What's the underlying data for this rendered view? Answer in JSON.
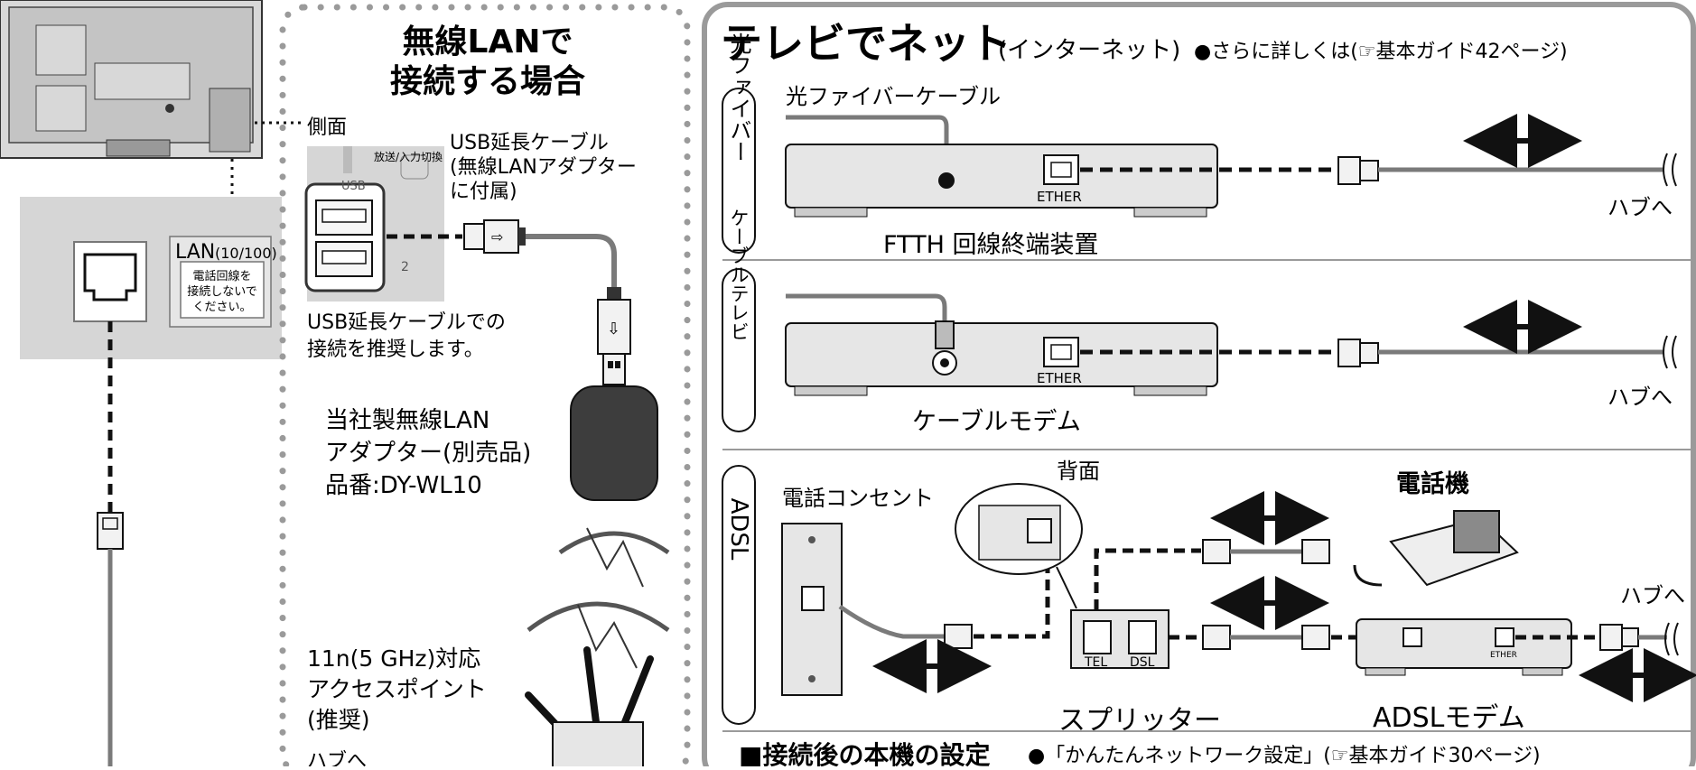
{
  "wireless": {
    "title_line1": "無線LANで",
    "title_line2": "接続する場合",
    "side_label": "側面",
    "port_label_top": "放送/入力切換",
    "port_label_usb": "USB",
    "port_label_2": "2",
    "usb_cable_l1": "USB延長ケーブル",
    "usb_cable_l2": "(無線LANアダプター",
    "usb_cable_l3": "に付属)",
    "recommend_l1": "USB延長ケーブルでの",
    "recommend_l2": "接続を推奨します。",
    "adapter_l1": "当社製無線LAN",
    "adapter_l2": "アダプター(別売品)",
    "adapter_l3": "品番:DY-WL10",
    "ap_l1": "11n(5 GHz)対応",
    "ap_l2": "アクセスポイント",
    "ap_l3": "(推奨)",
    "bottom_cut": "ハブへ"
  },
  "lan": {
    "port_label": "LAN",
    "port_speed": "(10/100)",
    "note_l1": "電話回線を",
    "note_l2": "接続しないで",
    "note_l3": "ください。"
  },
  "net": {
    "title": "テレビでネット",
    "title_paren": "(インターネット)",
    "title_ref": "●さらに詳しくは(☞基本ガイド42ページ)",
    "fiber": {
      "side_label": "光ファイバー",
      "cable_label": "光ファイバーケーブル",
      "device": "FTTH 回線終端装置",
      "port": "ETHER",
      "hub": "ハブへ"
    },
    "cable": {
      "side_label": "ケーブルテレビ",
      "device": "ケーブルモデム",
      "port": "ETHER",
      "hub": "ハブへ"
    },
    "adsl": {
      "side_label": "ADSL",
      "outlet": "電話コンセント",
      "back": "背面",
      "phone": "電話機",
      "splitter": "スプリッター",
      "tel": "TEL",
      "dsl": "DSL",
      "modem": "ADSLモデム",
      "modem_port": "ETHER",
      "hub": "ハブへ"
    },
    "settings": {
      "title": "■接続後の本機の設定",
      "ref": "●「かんたんネットワーク設定」(☞基本ガイド30ページ)"
    }
  },
  "colors": {
    "panel_gray": "#d6d6d6",
    "device_gray": "#e6e6e6",
    "cable_gray": "#7a7a7a",
    "border_gray": "#9a9a9a",
    "adapter_dark": "#3d3d3d"
  }
}
